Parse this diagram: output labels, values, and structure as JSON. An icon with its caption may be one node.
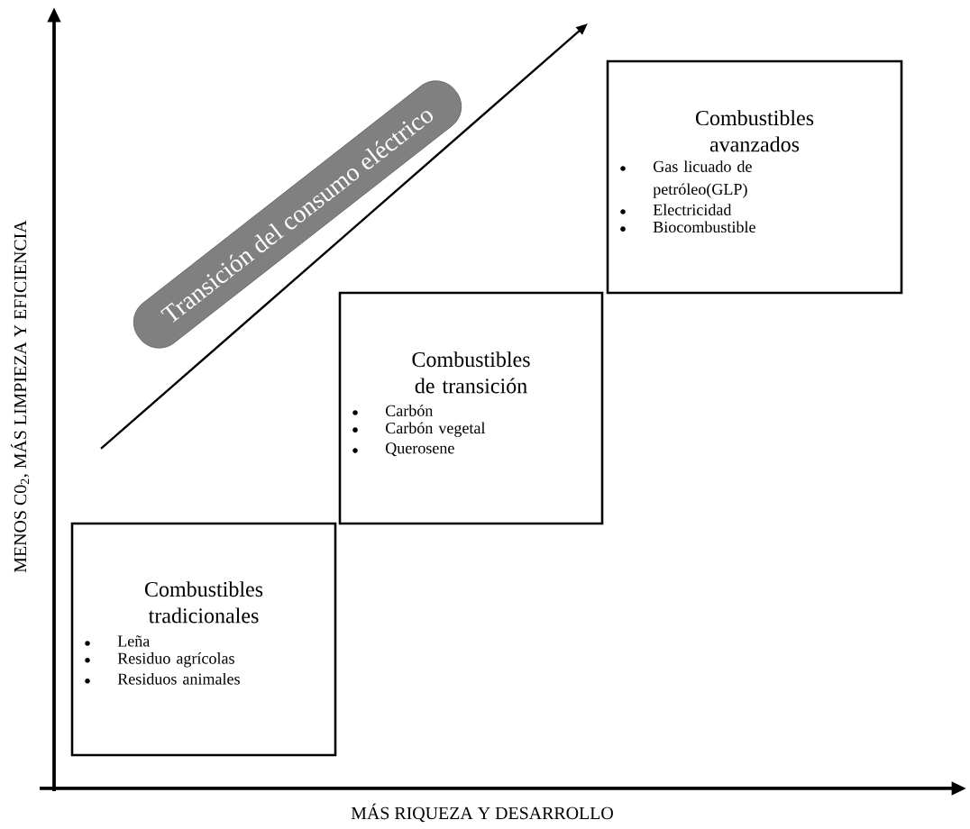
{
  "diagram": {
    "nodes": [
      {
        "text": [
          "Combustibles tradicionales",
          "Leña",
          "Residuo agrícolas",
          "Residuos animales"
        ]
      },
      {
        "text": [
          "Combustibles de transición",
          "Carbón",
          "Carbón vegetal",
          "Querosene"
        ]
      },
      {
        "text": [
          "Combustibles avanzados",
          "Gas licuado de petróleo(GLP)",
          "Electricidad",
          "Biocombustible"
        ]
      },
      {
        "text": [
          "Transición del consumo eléctrico"
        ]
      }
    ],
    "labels": [
      "MENOS C0$_{2}$, MÁS LIMPIEZA Y EFICIENCIA",
      "MÁS RIQUEZA Y DESARROLLO"
    ]
  }
}
